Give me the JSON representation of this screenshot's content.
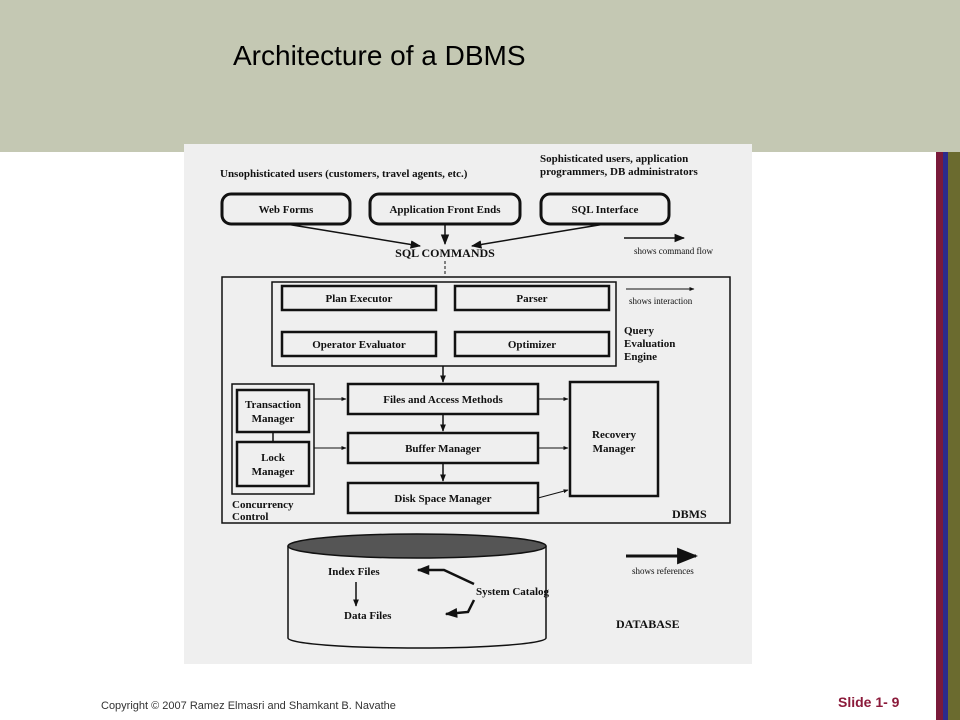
{
  "slide": {
    "title": "Architecture of a DBMS",
    "copyright": "Copyright © 2007 Ramez Elmasri and Shamkant B. Navathe",
    "slide_number": "Slide 1- 9",
    "colors": {
      "header_bg": "#c4c8b3",
      "stripe_maroon": "#7a1a3a",
      "stripe_blue": "#2b2b8c",
      "stripe_olive": "#6b6b2f",
      "slide_number": "#8b1a3a"
    }
  },
  "diagram": {
    "users_unsophisticated": "Unsophisticated users (customers, travel agents, etc.)",
    "users_sophisticated_1": "Sophisticated users, application",
    "users_sophisticated_2": "programmers, DB administrators",
    "web_forms": "Web Forms",
    "app_front_ends": "Application Front Ends",
    "sql_interface": "SQL Interface",
    "sql_commands": "SQL COMMANDS",
    "legend_command_flow": "shows command flow",
    "legend_interaction": "shows interaction",
    "legend_references": "shows references",
    "plan_executor": "Plan Executor",
    "parser": "Parser",
    "operator_evaluator": "Operator Evaluator",
    "optimizer": "Optimizer",
    "qee_1": "Query",
    "qee_2": "Evaluation",
    "qee_3": "Engine",
    "files_access": "Files and Access Methods",
    "buffer_manager": "Buffer Manager",
    "disk_space_manager": "Disk Space Manager",
    "transaction_1": "Transaction",
    "transaction_2": "Manager",
    "lock_1": "Lock",
    "lock_2": "Manager",
    "recovery_1": "Recovery",
    "recovery_2": "Manager",
    "concurrency_1": "Concurrency",
    "concurrency_2": "Control",
    "dbms": "DBMS",
    "index_files": "Index Files",
    "data_files": "Data Files",
    "system_catalog": "System Catalog",
    "database": "DATABASE"
  }
}
